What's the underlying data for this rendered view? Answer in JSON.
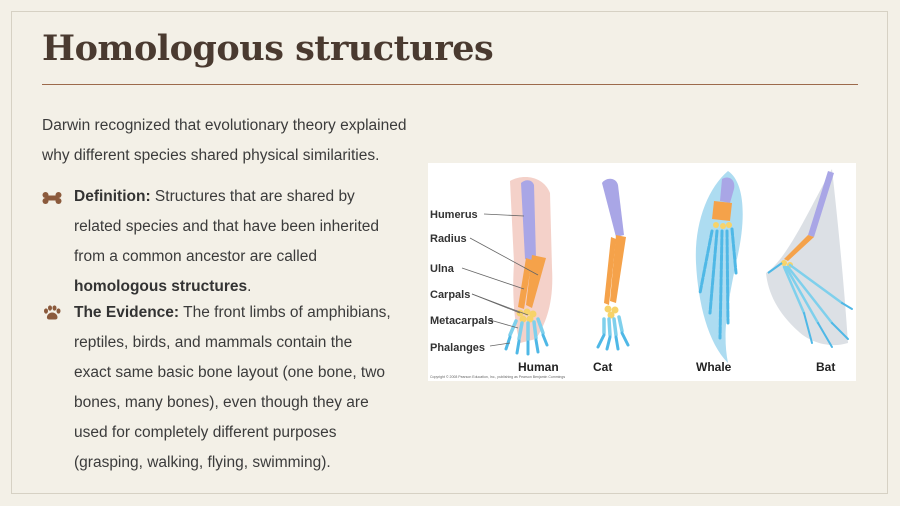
{
  "slide": {
    "title": "Homologous structures",
    "intro": "Darwin recognized that evolutionary theory explained why different species shared physical similarities.",
    "bullets": [
      {
        "icon": "bone-icon",
        "heading": "Definition:",
        "text_before": " Structures that are shared by related species and that have been inherited from a common ancestor are called ",
        "emphasis": "homologous structures",
        "text_after": "."
      },
      {
        "icon": "paw-icon",
        "heading": "The Evidence:",
        "text": " The front limbs of amphibians, reptiles, birds, and mammals contain the exact same basic bone layout (one bone, two bones, many bones), even though they are used for completely different purposes (grasping, walking, flying, swimming)."
      }
    ]
  },
  "figure": {
    "bone_labels": [
      "Humerus",
      "Radius",
      "Ulna",
      "Carpals",
      "Metacarpals",
      "Phalanges"
    ],
    "captions": [
      "Human",
      "Cat",
      "Whale",
      "Bat"
    ],
    "copyright": "Copyright © 2008 Pearson Education, Inc., publishing as Pearson Benjamin Cummings",
    "colors": {
      "humerus": "#a9a6e6",
      "radius_ulna": "#f5a24a",
      "carpals": "#f7d36a",
      "metacarpals": "#7fd0ec",
      "phalanges": "#4fb8e6",
      "tissue": "#f2c9c0",
      "whale_tissue": "#9fd6ef"
    }
  },
  "colors": {
    "background": "#f3f0e7",
    "title": "#4a3a30",
    "rule": "#9c6a4c",
    "icon": "#8b5a3c"
  }
}
